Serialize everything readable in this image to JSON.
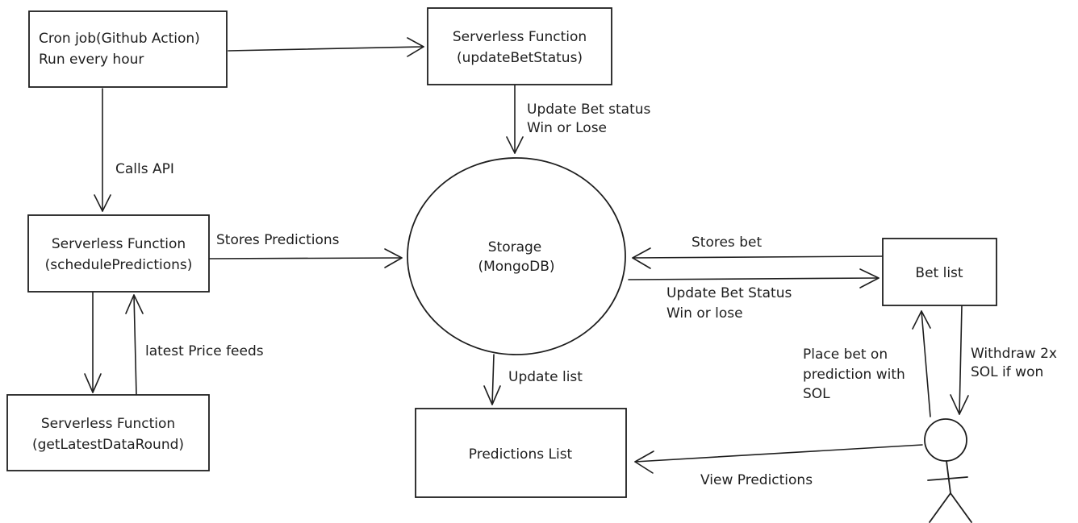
{
  "canvas": {
    "background": "#ffffff",
    "stroke_color": "#1e1e1e",
    "style": "hand-drawn-diagram"
  },
  "nodes": {
    "cron": {
      "lines": [
        "Cron job(Github Action)",
        "Run every hour"
      ]
    },
    "update_bet_status_fn": {
      "lines": [
        "Serverless Function",
        "(updateBetStatus)"
      ]
    },
    "schedule_predictions_fn": {
      "lines": [
        "Serverless Function",
        "(schedulePredictions)"
      ]
    },
    "get_latest_data_round_fn": {
      "lines": [
        "Serverless Function",
        "(getLatestDataRound)"
      ]
    },
    "storage": {
      "lines": [
        "Storage",
        "(MongoDB)"
      ]
    },
    "bet_list": {
      "label": "Bet list"
    },
    "predictions_list": {
      "label": "Predictions List"
    },
    "user": {
      "icon": "stick-figure-person"
    }
  },
  "edges": {
    "cron_to_update_fn": {
      "label": ""
    },
    "calls_api": {
      "label": "Calls API"
    },
    "update_bet_status": {
      "lines": [
        "Update Bet status",
        "Win or Lose"
      ]
    },
    "stores_predictions": {
      "label": "Stores Predictions"
    },
    "latest_price_feeds": {
      "label": "latest Price feeds"
    },
    "stores_bet": {
      "label": "Stores bet"
    },
    "update_bet_status_win_lose": {
      "lines": [
        "Update Bet Status",
        "Win or lose"
      ]
    },
    "update_list": {
      "label": "Update list"
    },
    "view_predictions": {
      "label": "View Predictions"
    },
    "place_bet": {
      "lines": [
        "Place bet on",
        "prediction with",
        "SOL"
      ]
    },
    "withdraw": {
      "lines": [
        "Withdraw 2x",
        "SOL if won"
      ]
    }
  }
}
